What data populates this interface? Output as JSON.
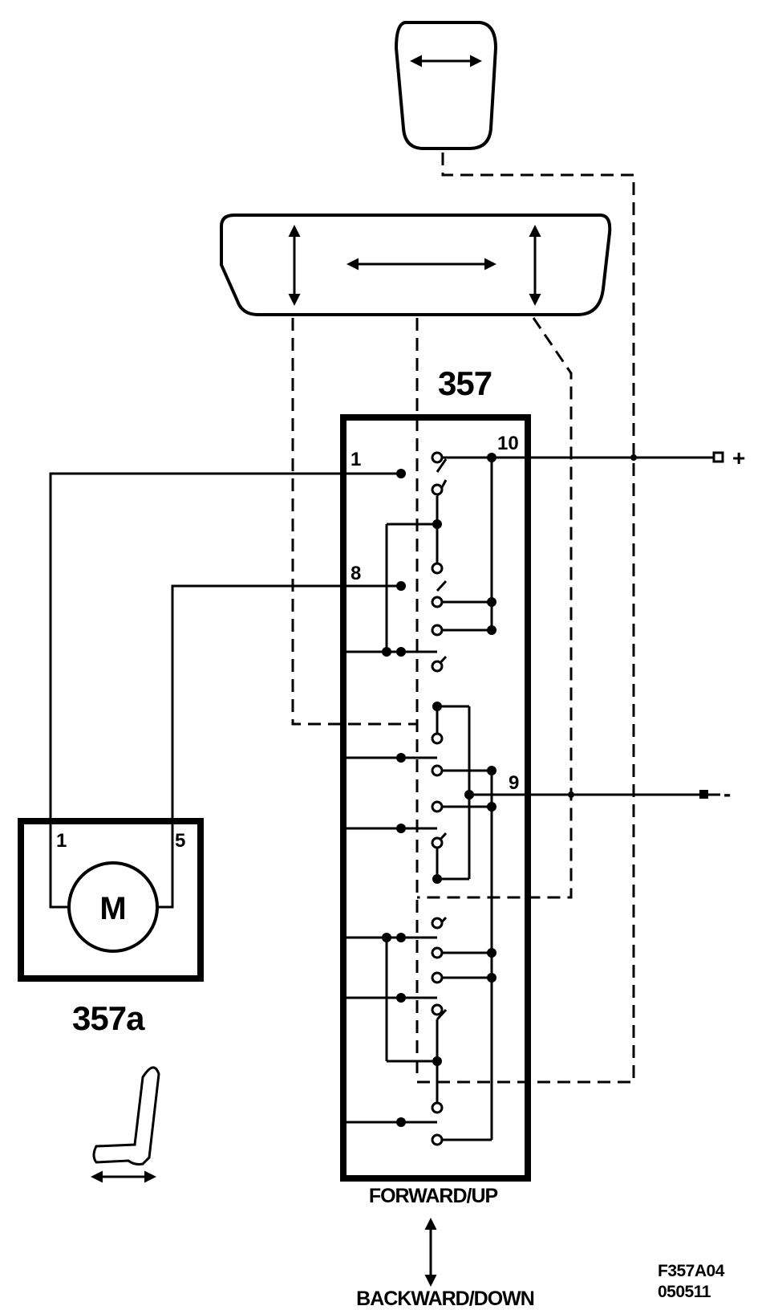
{
  "diagram": {
    "switch_label": "357",
    "motor_label": "357a",
    "motor_symbol": "M",
    "motor_pins": {
      "left": "1",
      "right": "5"
    },
    "switch_pins": {
      "p1": "1",
      "p8": "8",
      "p10": "10",
      "p9": "9"
    },
    "supply": {
      "positive": "+",
      "negative": "-"
    },
    "direction_top": "FORWARD/UP",
    "direction_bottom": "BACKWARD/DOWN",
    "figure_code": "F357A04",
    "figure_date": "050511"
  }
}
